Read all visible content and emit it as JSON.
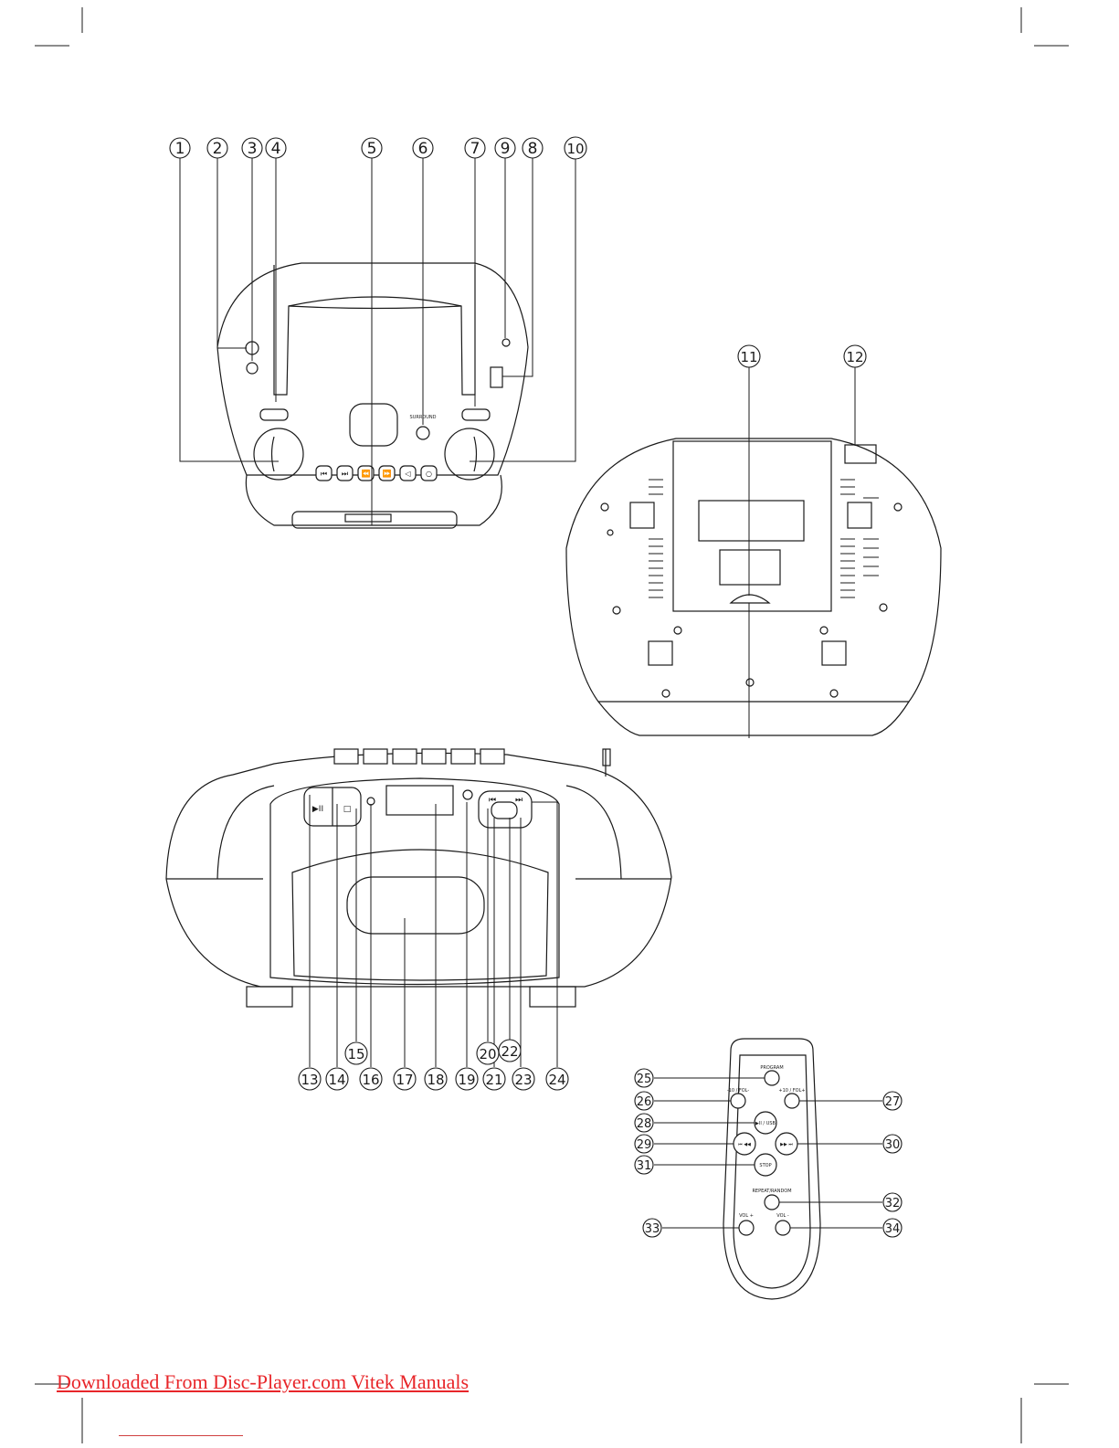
{
  "accent_color": "#e8262a",
  "line_color": "#1a1a1a",
  "top_callouts": [
    "1",
    "2",
    "3",
    "4",
    "5",
    "6",
    "7",
    "9",
    "8",
    "10"
  ],
  "back_callouts": [
    "11",
    "12"
  ],
  "front_callouts": [
    "13",
    "14",
    "15",
    "16",
    "17",
    "18",
    "19",
    "20",
    "21",
    "22",
    "23",
    "24"
  ],
  "remote_callouts": [
    "25",
    "26",
    "27",
    "28",
    "29",
    "30",
    "31",
    "32",
    "33",
    "34"
  ],
  "top_unit": {
    "surround_label": "SURROUND",
    "top_buttons": [
      "⏮",
      "⏭",
      "⏪",
      "⏩",
      "◁",
      "○"
    ]
  },
  "front_unit": {
    "play_pause": "▶II",
    "stop": "□",
    "prev": "⏮",
    "next": "⏭"
  },
  "remote": {
    "program": "PROGRAM",
    "minus10": "-10 / FOL-",
    "plus10": "+10 / FOL+",
    "play_usb": "▶II / USB",
    "rewind": "⏮ ◀◀",
    "forward": "▶▶ ⏭",
    "stop": "STOP",
    "repeat_random": "REPEAT/RANDOM",
    "vol_plus": "VOL +",
    "vol_minus": "VOL -"
  },
  "footer_text": "Downloaded From Disc-Player.com Vitek Manuals"
}
